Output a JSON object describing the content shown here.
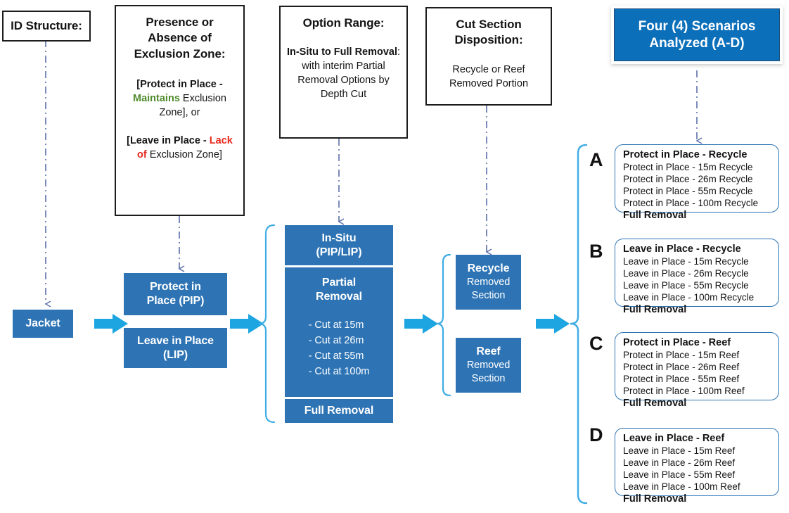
{
  "diagram": {
    "title_flow": "Decommissioning option decision flow",
    "colors": {
      "process_blue": "#2E74B5",
      "banner_blue": "#0C6FBA",
      "arrow_cyan": "#1CA5E0",
      "bracket_blue": "#3FADE5",
      "dash_line": "#5B6FA8",
      "maintains_green": "#4F8A2B",
      "lack_red": "#E8271C"
    }
  },
  "headers": {
    "id_structure": {
      "title": "ID Structure:"
    },
    "exclusion_zone": {
      "title_l1": "Presence or",
      "title_l2": "Absence of",
      "title_l3": "Exclusion Zone:",
      "p1_a": "[Protect in Place - ",
      "p1_b": "Maintains",
      "p1_c": " Exclusion Zone], or",
      "p2_a": "[Leave in Place - ",
      "p2_b": "Lack of",
      "p2_c": " Exclusion Zone]"
    },
    "option_range": {
      "title": "Option Range:",
      "body_b": "In-Situ to Full Removal",
      "body_rest": ": with interim Partial Removal Options by Depth Cut"
    },
    "cut_section": {
      "title_l1": "Cut Section",
      "title_l2": "Disposition:",
      "body_l1": "Recycle or Reef",
      "body_l2": "Removed Portion"
    },
    "banner": {
      "line1": "Four (4) Scenarios",
      "line2": "Analyzed (A-D)"
    }
  },
  "process": {
    "jacket": {
      "label": "Jacket"
    },
    "pip": {
      "line1": "Protect in",
      "line2": "Place (PIP)"
    },
    "lip": {
      "line1": "Leave in Place",
      "line2": "(LIP)"
    },
    "in_situ": {
      "line1": "In-Situ",
      "line2": "(PIP/LIP)"
    },
    "partial_removal": {
      "line1": "Partial",
      "line2": "Removal",
      "cuts": [
        "- Cut at 15m",
        "- Cut at 26m",
        "- Cut at 55m",
        "- Cut at 100m"
      ]
    },
    "full_removal": {
      "label": "Full Removal"
    },
    "recycle": {
      "title": "Recycle",
      "sub1": "Removed",
      "sub2": "Section"
    },
    "reef": {
      "title": "Reef",
      "sub1": "Removed",
      "sub2": "Section"
    }
  },
  "scenarios": [
    {
      "letter": "A",
      "head": "Protect in Place - Recycle",
      "lines": [
        "Protect in Place - 15m Recycle",
        "Protect in Place - 26m Recycle",
        "Protect in Place - 55m Recycle",
        "Protect in Place - 100m Recycle"
      ],
      "foot": "Full Removal"
    },
    {
      "letter": "B",
      "head": "Leave in Place - Recycle",
      "lines": [
        "Leave in Place - 15m Recycle",
        "Leave in Place - 26m Recycle",
        "Leave in Place - 55m Recycle",
        "Leave in Place - 100m Recycle"
      ],
      "foot": "Full Removal"
    },
    {
      "letter": "C",
      "head": "Protect in Place - Reef",
      "lines": [
        "Protect in Place - 15m Reef",
        "Protect in Place - 26m Reef",
        "Protect in Place - 55m Reef",
        "Protect in Place - 100m Reef"
      ],
      "foot": "Full Removal"
    },
    {
      "letter": "D",
      "head": "Leave in Place - Reef",
      "lines": [
        "Leave in Place - 15m Reef",
        "Leave in Place - 26m Reef",
        "Leave in Place - 55m Reef",
        "Leave in Place - 100m Reef"
      ],
      "foot": "Full Removal"
    }
  ]
}
